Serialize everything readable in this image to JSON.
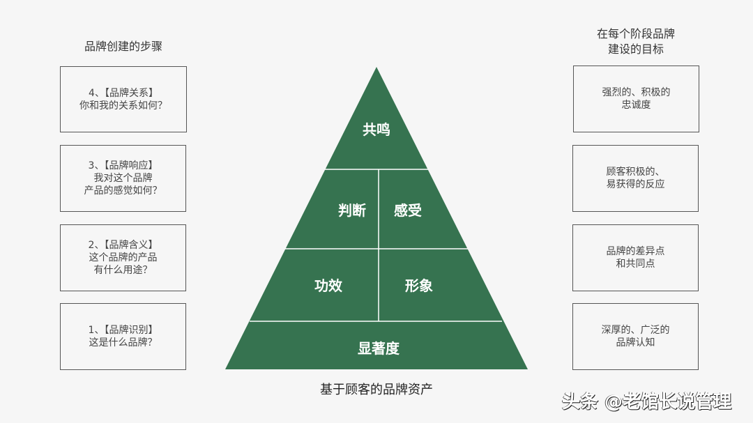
{
  "left_column": {
    "title": "品牌创建的步骤",
    "boxes": [
      {
        "text": "4、【品牌关系】\n你和我的关系如何？"
      },
      {
        "text": "3、【品牌响应】\n我对这个品牌\n产品的感觉如何？"
      },
      {
        "text": "2、【品牌含义】\n这个品牌的产品\n有什么用途？"
      },
      {
        "text": "1、【品牌识别】\n这是什么品牌？"
      }
    ]
  },
  "right_column": {
    "title": "在每个阶段品牌\n建设的目标",
    "boxes": [
      {
        "text": "强烈的、积极的\n忠诚度"
      },
      {
        "text": "顾客积极的、\n易获得的反应"
      },
      {
        "text": "品牌的差异点\n和共同点"
      },
      {
        "text": "深厚的、广泛的\n品牌认知"
      }
    ]
  },
  "pyramid": {
    "fill_color": "#367350",
    "line_color": "#ffffff",
    "tiers": {
      "top": "共鸣",
      "upper_left": "判断",
      "upper_right": "感受",
      "lower_left": "功效",
      "lower_right": "形象",
      "base": "显著度"
    },
    "caption": "基于顾客的品牌资产"
  },
  "watermark": "头条 @老馆长说管理"
}
